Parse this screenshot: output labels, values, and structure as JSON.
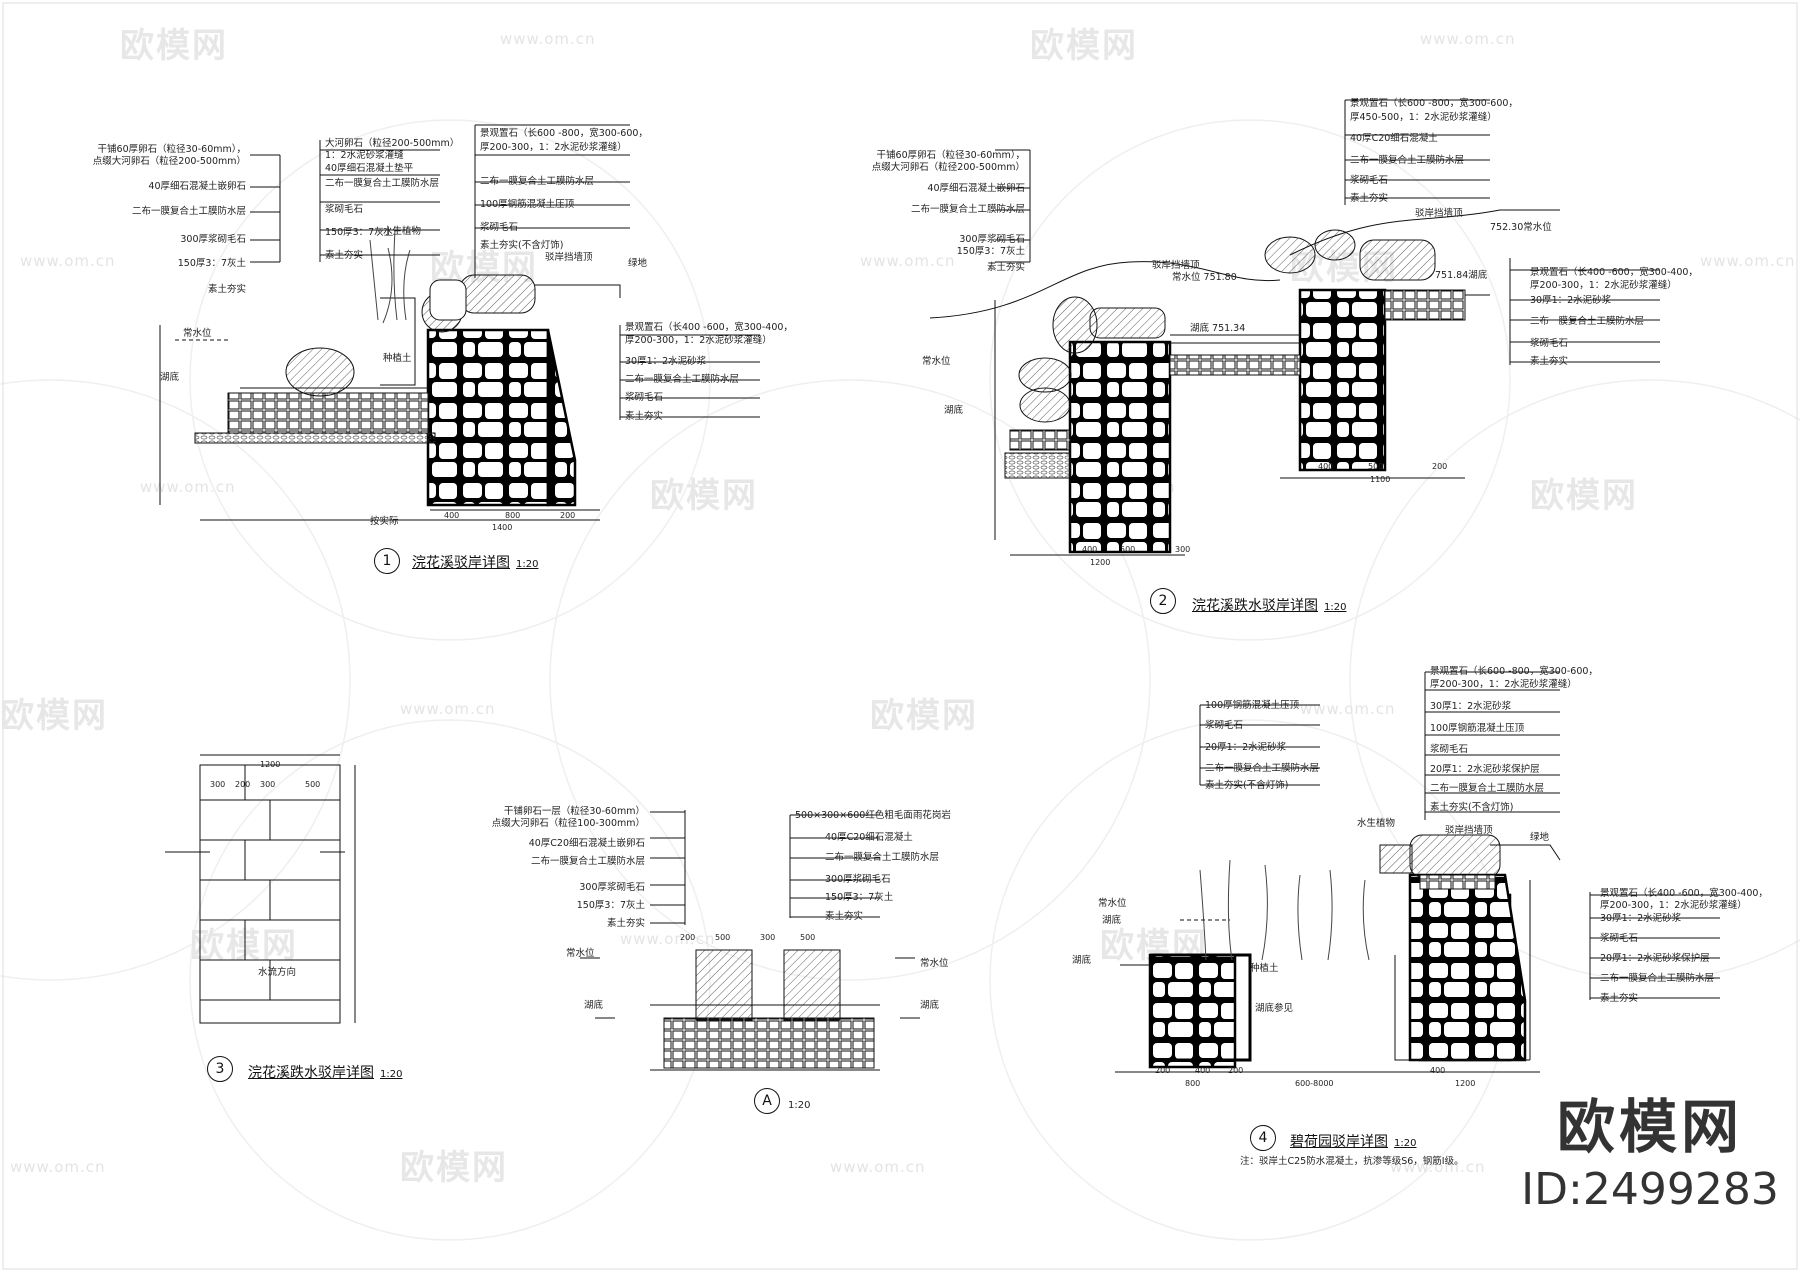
{
  "watermark": {
    "logo": "欧模网",
    "url": "www.om.cn"
  },
  "brand": {
    "logo": "欧模网",
    "id": "ID:2499283"
  },
  "detail1": {
    "number": "1",
    "title": "浣花溪驳岸详图",
    "scale": "1:20",
    "labels_left": [
      "干铺60厚卵石（粒径30-60mm），",
      "点缀大河卵石（粒径200-500mm）",
      "40厚细石混凝土嵌卵石",
      "二布一膜复合土工膜防水层",
      "300厚浆砌毛石",
      "150厚3：7灰土",
      "素土夯实"
    ],
    "labels_mid": [
      "大河卵石（粒径200-500mm）",
      "1：2水泥砂浆灌缝",
      "40厚细石混凝土垫平",
      "二布一膜复合土工膜防水层",
      "浆砌毛石",
      "150厚3：7灰土",
      "素土夯实"
    ],
    "labels_right": [
      "景观置石（长600 -800，宽300-600，",
      "厚200-300，1：2水泥砂浆灌缝）",
      "二布一膜复合土工膜防水层",
      "100厚钢筋混凝土压顶",
      "浆砌毛石",
      "素土夯实(不含灯饰)"
    ],
    "labels_right2": [
      "景观置石（长400 -600，宽300-400，",
      "厚200-300，1：2水泥砂浆灌缝）",
      "30厚1：2水泥砂浆",
      "二布一膜复合土工膜防水层",
      "浆砌毛石",
      "素土夯实"
    ],
    "tags": [
      "常水位",
      "湖底",
      "种植土",
      "水生植物",
      "驳岸挡墙顶",
      "绿地",
      "按实际"
    ],
    "dims": [
      "400",
      "800",
      "200",
      "1400"
    ]
  },
  "detail2": {
    "number": "2",
    "title": "浣花溪跌水驳岸详图",
    "scale": "1:20",
    "labels_left": [
      "干铺60厚卵石（粒径30-60mm），",
      "点缀大河卵石（粒径200-500mm）",
      "40厚细石混凝土嵌卵石",
      "二布一膜复合土工膜防水层",
      "300厚浆砌毛石",
      "150厚3：7灰土",
      "素土夯实"
    ],
    "labels_top": [
      "景观置石（长600 -800，宽300-600，",
      "厚450-500，1：2水泥砂浆灌缝）",
      "40厚C20细石混凝土",
      "二布一膜复合土工膜防水层",
      "浆砌毛石",
      "素土夯实"
    ],
    "labels_right": [
      "景观置石（长400 -600，宽300-400，",
      "厚200-300，1：2水泥砂浆灌缝）",
      "30厚1：2水泥砂浆",
      "二布一膜复合土工膜防水层",
      "浆砌毛石",
      "素土夯实"
    ],
    "tags": [
      "常水位",
      "湖底",
      "驳岸挡墙顶",
      "驳岸挡墙顶",
      "常水位 751.80",
      "湖底 751.34",
      "752.30常水位",
      "751.84湖底"
    ],
    "dims": [
      "400",
      "500",
      "300",
      "1200",
      "400",
      "500",
      "200",
      "1100"
    ]
  },
  "detail3": {
    "number": "3",
    "title": "浣花溪跌水驳岸详图",
    "scale": "1:20",
    "tag": "水流方向",
    "dims": [
      "1200",
      "300",
      "200",
      "300",
      "500"
    ]
  },
  "detailA": {
    "number": "A",
    "scale": "1:20",
    "labels_left": [
      "干铺卵石一层（粒径30-60mm）",
      "点缀大河卵石（粒径100-300mm）",
      "40厚C20细石混凝土嵌卵石",
      "二布一膜复合土工膜防水层",
      "300厚浆砌毛石",
      "150厚3：7灰土",
      "素土夯实"
    ],
    "labels_right": [
      "500×300×600红色粗毛面雨花岗岩",
      "40厚C20细石混凝土",
      "二布一膜复合土工膜防水层",
      "300厚浆砌毛石",
      "150厚3：7灰土",
      "素土夯实"
    ],
    "tags": [
      "常水位",
      "湖底",
      "常水位",
      "湖底"
    ],
    "dims": [
      "200",
      "500",
      "300",
      "500"
    ]
  },
  "detail4": {
    "number": "4",
    "title": "碧荷园驳岸详图",
    "scale": "1:20",
    "note": "注：驳岸土C25防水混凝土，抗渗等级S6，钢筋Ⅰ级。",
    "labels_left": [
      "100厚钢筋混凝土压顶",
      "浆砌毛石",
      "20厚1：2水泥砂浆",
      "二布一膜复合土工膜防水层",
      "素土夯实(不含灯饰)"
    ],
    "labels_top": [
      "景观置石（长600 -800，宽300-600，",
      "厚200-300，1：2水泥砂浆灌缝）",
      "30厚1：2水泥砂浆",
      "100厚钢筋混凝土压顶",
      "浆砌毛石",
      "20厚1：2水泥砂浆保护层",
      "二布一膜复合土工膜防水层",
      "素土夯实(不含灯饰)"
    ],
    "labels_right": [
      "景观置石（长400 -600，宽300-400，",
      "厚200-300，1：2水泥砂浆灌缝）",
      "30厚1：2水泥砂浆",
      "浆砌毛石",
      "20厚1：2水泥砂浆保护层",
      "二布一膜复合土工膜防水层",
      "素土夯实"
    ],
    "tags": [
      "常水位",
      "湖底",
      "湖底",
      "种植土",
      "水生植物",
      "驳岸挡墙顶",
      "绿地",
      "湖底参见"
    ],
    "dims": [
      "200",
      "400",
      "200",
      "800",
      "600-8000",
      "400",
      "1200"
    ]
  }
}
